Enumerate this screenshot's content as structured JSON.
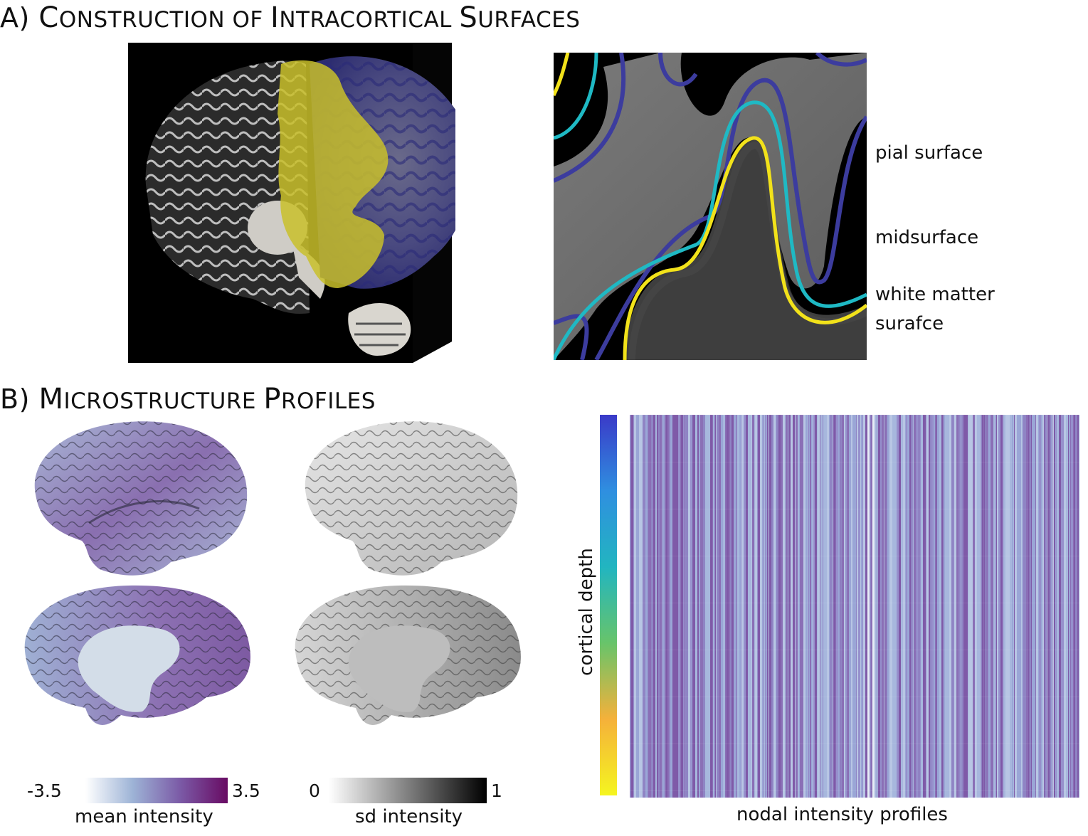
{
  "panel_a": {
    "heading": {
      "prefix": "A)",
      "parts": [
        {
          "cap": "C",
          "rest": "onstruction of "
        },
        {
          "cap": "I",
          "rest": "ntracortical "
        },
        {
          "cap": "S",
          "rest": "urfaces"
        }
      ]
    },
    "surface_labels": {
      "pial": "pial surface",
      "mid": "midsurface",
      "white_line1": "white matter",
      "white_line2": "surafce"
    },
    "colors": {
      "pial": "#3c3c9e",
      "mid": "#1fb9c4",
      "white": "#f2e21a",
      "intracortical_overlay": "#c9bf2a"
    }
  },
  "panel_b": {
    "heading": {
      "prefix": "B)",
      "parts": [
        {
          "cap": "M",
          "rest": "icrostructure "
        },
        {
          "cap": "P",
          "rest": "rofiles"
        }
      ]
    },
    "mean_scale": {
      "min_label": "-3.5",
      "max_label": "3.5",
      "title": "mean intensity",
      "colors": [
        "#ffffff",
        "#9db3d6",
        "#7b5aa6",
        "#680b63"
      ]
    },
    "sd_scale": {
      "min_label": "0",
      "max_label": "1",
      "title": "sd intensity",
      "colors": [
        "#ffffff",
        "#000000"
      ]
    },
    "heatmap": {
      "ylabel": "cortical depth",
      "xlabel": "nodal intensity profiles",
      "depth_colors": [
        "#3a3ac8",
        "#2f8fe0",
        "#22b5c0",
        "#68c46a",
        "#f5b13a",
        "#f5f520"
      ]
    }
  }
}
